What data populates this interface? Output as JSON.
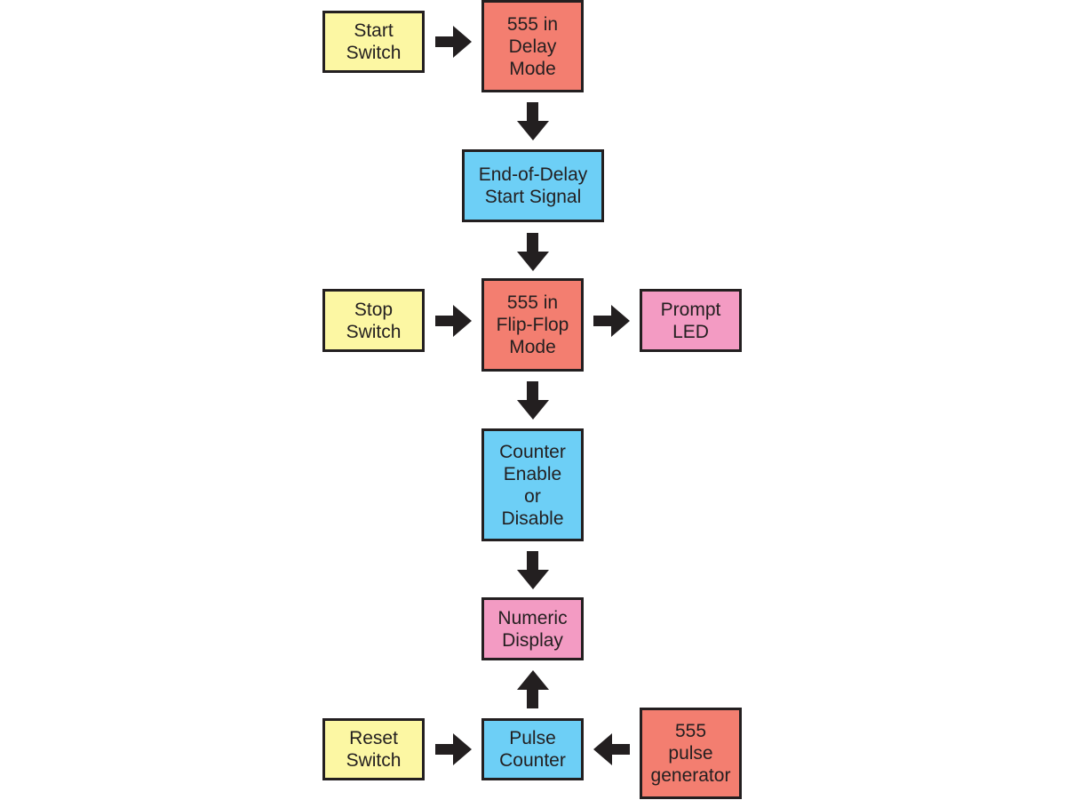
{
  "diagram": {
    "colors": {
      "input_switch": "#fcf7a3",
      "timer_555": "#f37e70",
      "signal_logic": "#6dcff6",
      "output": "#f39bc3",
      "outline": "#231f20"
    },
    "nodes": {
      "start_switch": "Start\nSwitch",
      "delay_555": "555 in\nDelay\nMode",
      "end_of_delay": "End-of-Delay\nStart Signal",
      "stop_switch": "Stop\nSwitch",
      "flipflop_555": "555 in\nFlip-Flop\nMode",
      "prompt_led": "Prompt\nLED",
      "counter_enable": "Counter\nEnable\nor\nDisable",
      "numeric_display": "Numeric\nDisplay",
      "reset_switch": "Reset\nSwitch",
      "pulse_counter": "Pulse\nCounter",
      "pulse_generator": "555\npulse\ngenerator"
    },
    "edges": [
      {
        "from": "start_switch",
        "to": "delay_555"
      },
      {
        "from": "delay_555",
        "to": "end_of_delay"
      },
      {
        "from": "end_of_delay",
        "to": "flipflop_555"
      },
      {
        "from": "stop_switch",
        "to": "flipflop_555"
      },
      {
        "from": "flipflop_555",
        "to": "prompt_led"
      },
      {
        "from": "flipflop_555",
        "to": "counter_enable"
      },
      {
        "from": "counter_enable",
        "to": "numeric_display"
      },
      {
        "from": "pulse_counter",
        "to": "numeric_display"
      },
      {
        "from": "reset_switch",
        "to": "pulse_counter"
      },
      {
        "from": "pulse_generator",
        "to": "pulse_counter"
      }
    ]
  }
}
